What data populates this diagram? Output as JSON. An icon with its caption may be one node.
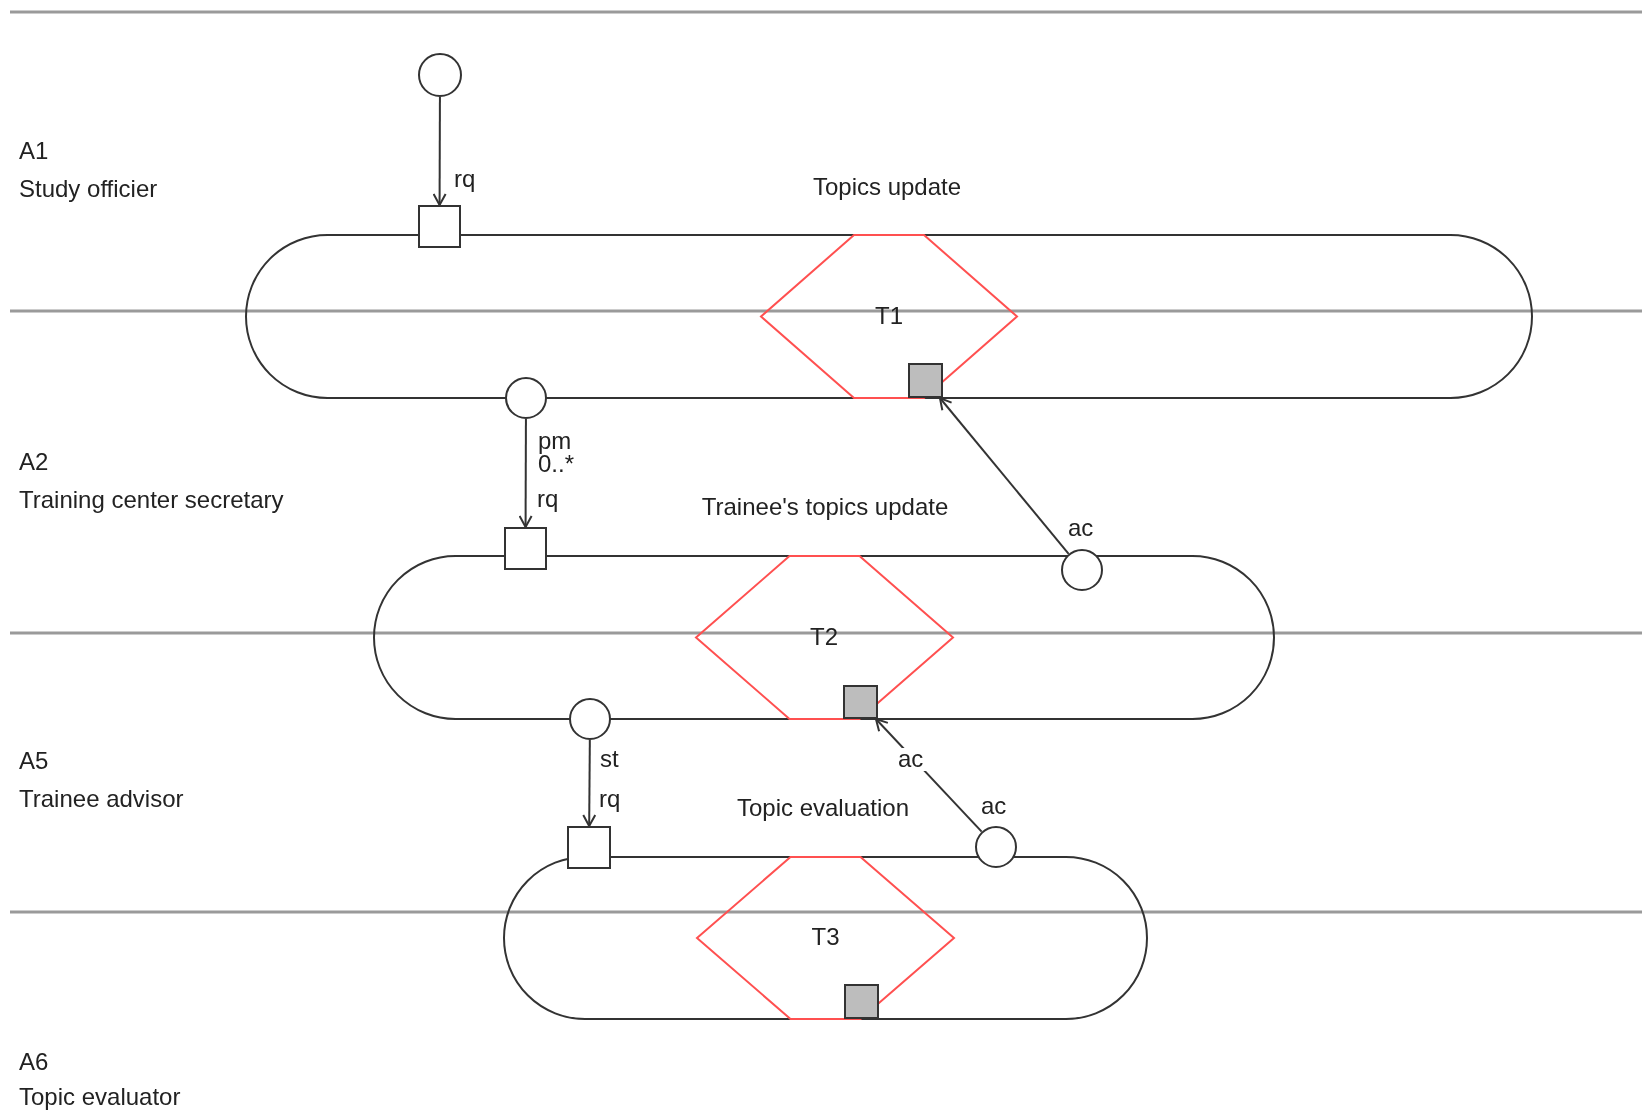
{
  "diagram": {
    "nodes": [
      {
        "text": [],
        "shape": "circle"
      },
      {
        "text": [
          "Topics update"
        ]
      },
      {
        "text": [
          "T1"
        ],
        "in": 1
      },
      {
        "text": [],
        "shape": "box",
        "beside": [
          "rq"
        ]
      },
      {
        "text": [],
        "shape": "circle"
      },
      {
        "text": [],
        "shape": "box",
        "in": 2
      },
      {
        "text": [
          "Trainee's topics update"
        ]
      },
      {
        "text": [
          "T2"
        ],
        "in": 6
      },
      {
        "text": [],
        "shape": "box",
        "beside": [
          "rq"
        ]
      },
      {
        "text": [],
        "shape": "circle",
        "beside": [
          "ac"
        ]
      },
      {
        "text": [],
        "shape": "circle"
      },
      {
        "text": [],
        "shape": "box",
        "in": 7
      },
      {
        "text": [
          "Topic evaluation"
        ]
      },
      {
        "text": [
          "T3"
        ],
        "in": 12
      },
      {
        "text": [],
        "shape": "box",
        "beside": [
          "rq"
        ]
      },
      {
        "text": [],
        "shape": "circle",
        "beside": [
          "ac"
        ]
      },
      {
        "text": [],
        "shape": "box",
        "in": 13
      }
    ],
    "edges": [
      {
        "from": 0,
        "to": 3,
        "arrow": "to"
      },
      {
        "from": 4,
        "to": 8,
        "arrow": "to",
        "label": "pm 0..*"
      },
      {
        "from": 10,
        "to": 14,
        "arrow": "to",
        "label": "st"
      },
      {
        "from": 9,
        "to": 5,
        "arrow": "to"
      },
      {
        "from": 15,
        "to": 11,
        "arrow": "to",
        "label": "ac"
      }
    ],
    "labels": [
      "A1",
      "Study officier",
      "A2",
      "Training center secretary",
      "A5",
      "Trainee advisor",
      "A6",
      "Topic evaluator"
    ]
  }
}
